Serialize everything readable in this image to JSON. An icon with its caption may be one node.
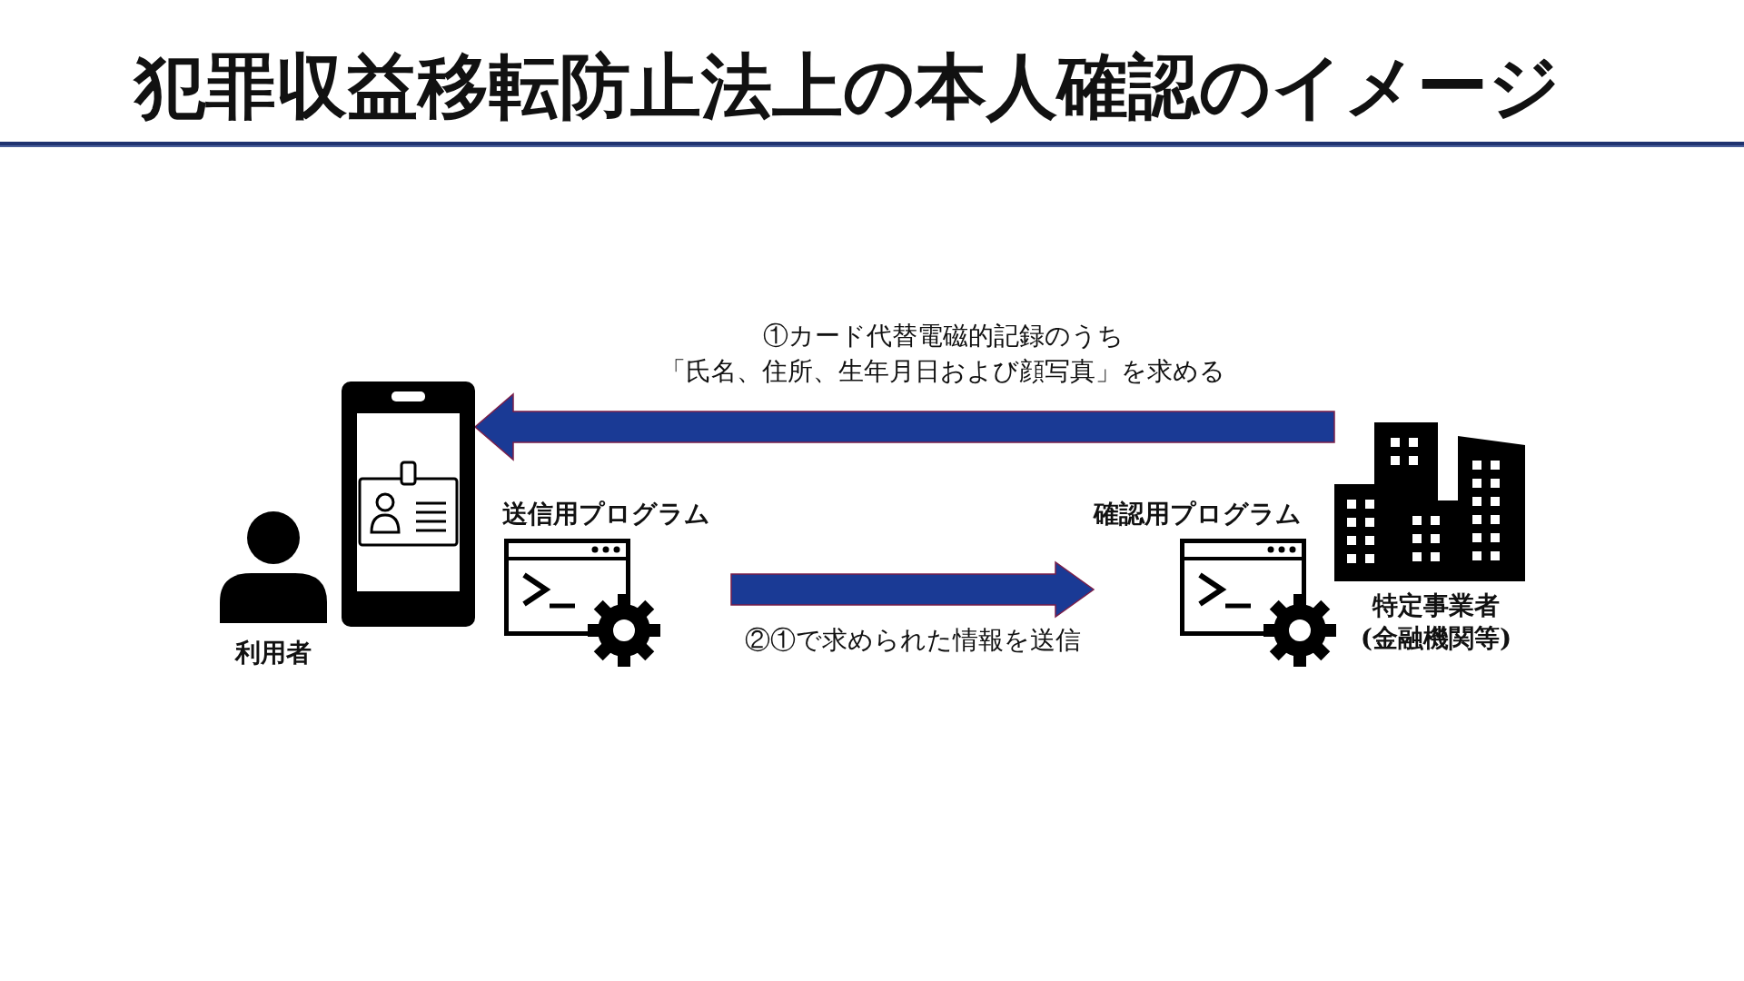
{
  "diagram": {
    "title": "犯罪収益移転防止法上の本人確認のイメージ",
    "nodes": [
      {
        "text": [
          "利用者"
        ]
      },
      {
        "text": [],
        "shape": "phone"
      },
      {
        "text": [
          "送信用プログラム"
        ]
      },
      {
        "text": [
          "確認用プログラム"
        ]
      },
      {
        "text": [
          "特定事業者(金融機関等)"
        ]
      }
    ],
    "edges": [
      {
        "from": 4,
        "to": 1,
        "arrow": "to",
        "label": "①カード代替電磁的記録のうち「氏名、住所、生年月日および顔写真」を求める"
      },
      {
        "from": 2,
        "to": 3,
        "arrow": "to",
        "label": "②①で求められた情報を送信"
      }
    ]
  }
}
